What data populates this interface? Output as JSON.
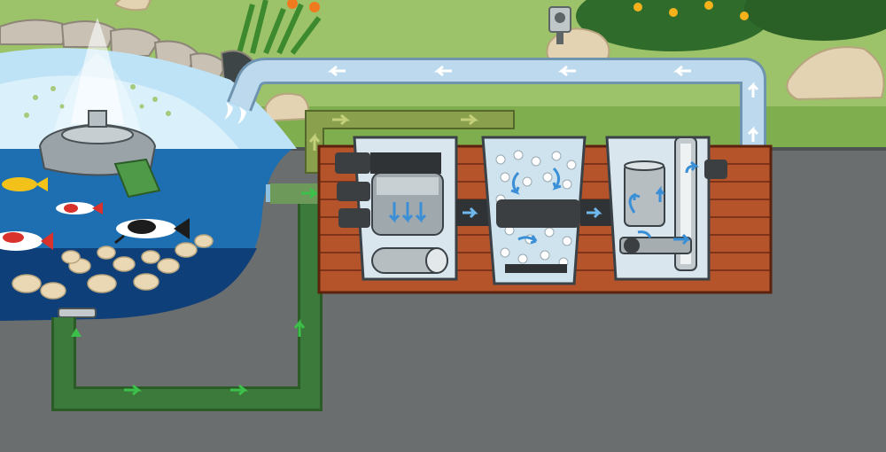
{
  "diagram": {
    "labels": [],
    "colors": {
      "sky_lawn": "#9cc26a",
      "lawn_dark": "#7fae4e",
      "ground": "#6b6e6f",
      "pond_water": "#1d6fb1",
      "pond_deep": "#0f3f78",
      "pond_surface": "#bfe3f6",
      "pipe_clean": "#bcd9ee",
      "pipe_dirty": "#3b7a3b",
      "pipe_mixed": "#8aa04c",
      "arrow_clean": "#ffffff",
      "arrow_dirty": "#3cc04a",
      "wood_deck": "#b5532b",
      "wood_dark": "#7e3418",
      "tank_glass": "#d9e6ee",
      "rock": "#e0cfae",
      "gravel": "#e9d8b3"
    },
    "components": [
      "pond",
      "fountain-pump",
      "bottom-drain",
      "drain-pipe",
      "skimmer-pipe",
      "drum-filter",
      "bio-media-chamber",
      "uv-clarifier-chamber",
      "return-pump",
      "return-pipe",
      "wooden-base",
      "koi-fish"
    ]
  }
}
